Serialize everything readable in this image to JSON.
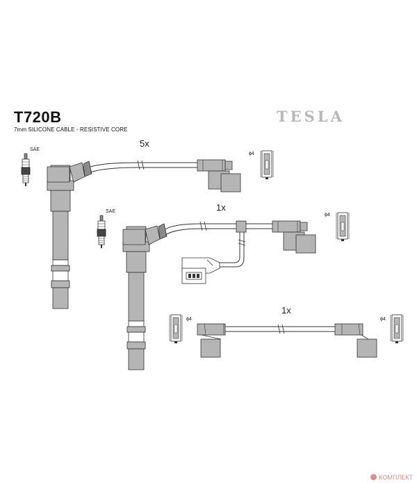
{
  "header": {
    "title": "T720B",
    "subtitle": "7mm SILICONE CABLE - RESISTIVE CORE",
    "brand": "TESLA"
  },
  "cables": [
    {
      "quantity": "5x"
    },
    {
      "quantity": "1x"
    },
    {
      "quantity": "1x"
    }
  ],
  "labels": {
    "spark_plug_standard": "SAE",
    "terminal_size": "ϕ4"
  },
  "watermark": "КОМПЛЕКТ",
  "colors": {
    "line": "#333333",
    "fill": "#b5b5b5",
    "dark_fill": "#8a8a8a",
    "brand_gray": "#b8b8b8"
  }
}
